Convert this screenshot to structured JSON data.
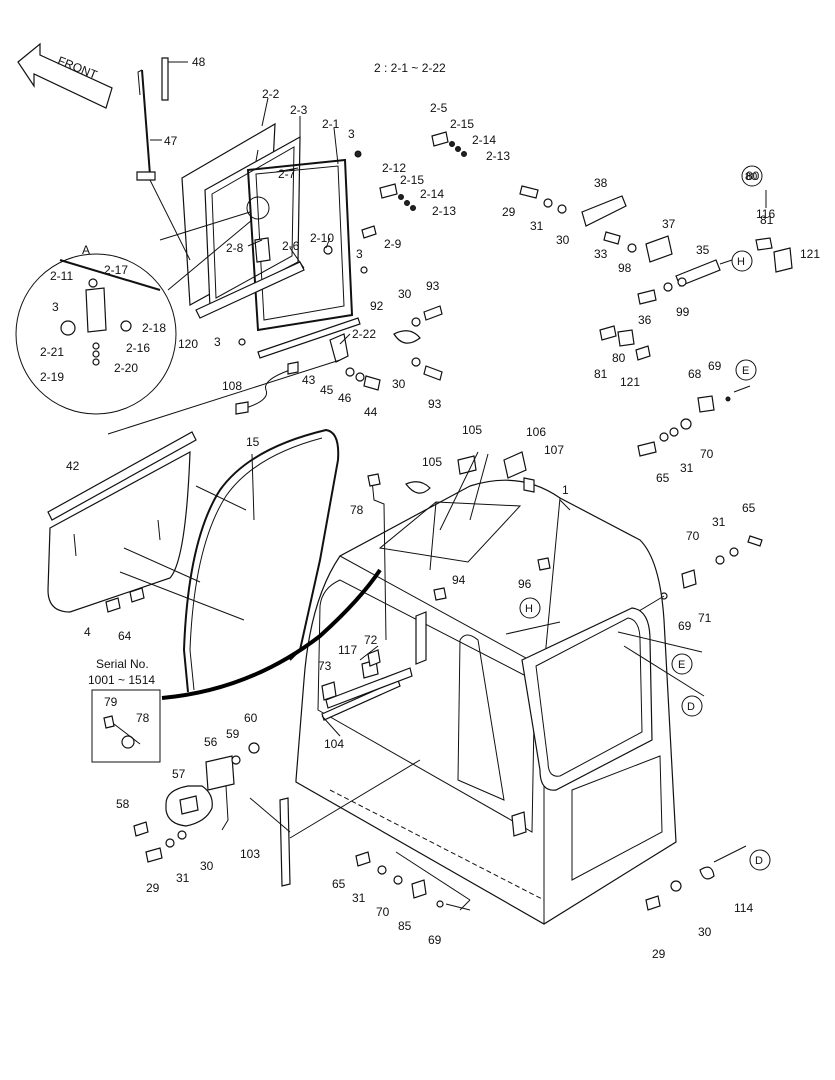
{
  "header": {
    "front_label": "FRONT",
    "group_note": "2 : 2-1 ~ 2-22",
    "serial_label_line1": "Serial No.",
    "serial_label_line2": "1001 ~ 1514",
    "detail_label": "A"
  },
  "callouts": [
    {
      "id": "48",
      "text": "48"
    },
    {
      "id": "47",
      "text": "47"
    },
    {
      "id": "2-2",
      "text": "2-2"
    },
    {
      "id": "2-3",
      "text": "2-3"
    },
    {
      "id": "2-1",
      "text": "2-1"
    },
    {
      "id": "3a",
      "text": "3"
    },
    {
      "id": "2-5",
      "text": "2-5"
    },
    {
      "id": "2-15a",
      "text": "2-15"
    },
    {
      "id": "2-14a",
      "text": "2-14"
    },
    {
      "id": "2-13a",
      "text": "2-13"
    },
    {
      "id": "2-7",
      "text": "2-7"
    },
    {
      "id": "2-12",
      "text": "2-12"
    },
    {
      "id": "2-15b",
      "text": "2-15"
    },
    {
      "id": "2-14b",
      "text": "2-14"
    },
    {
      "id": "2-13b",
      "text": "2-13"
    },
    {
      "id": "2-8",
      "text": "2-8"
    },
    {
      "id": "2-10",
      "text": "2-10"
    },
    {
      "id": "2-9",
      "text": "2-9"
    },
    {
      "id": "2-6",
      "text": "2-6"
    },
    {
      "id": "3b",
      "text": "3"
    },
    {
      "id": "93a",
      "text": "93"
    },
    {
      "id": "30a",
      "text": "30"
    },
    {
      "id": "92",
      "text": "92"
    },
    {
      "id": "2-22",
      "text": "2-22"
    },
    {
      "id": "120",
      "text": "120"
    },
    {
      "id": "3c",
      "text": "3"
    },
    {
      "id": "43",
      "text": "43"
    },
    {
      "id": "45",
      "text": "45"
    },
    {
      "id": "46",
      "text": "46"
    },
    {
      "id": "44",
      "text": "44"
    },
    {
      "id": "30b",
      "text": "30"
    },
    {
      "id": "93b",
      "text": "93"
    },
    {
      "id": "108",
      "text": "108"
    },
    {
      "id": "2-11",
      "text": "2-11"
    },
    {
      "id": "2-17",
      "text": "2-17"
    },
    {
      "id": "3d",
      "text": "3"
    },
    {
      "id": "2-18",
      "text": "2-18"
    },
    {
      "id": "2-16",
      "text": "2-16"
    },
    {
      "id": "2-21",
      "text": "2-21"
    },
    {
      "id": "2-20",
      "text": "2-20"
    },
    {
      "id": "2-19",
      "text": "2-19"
    },
    {
      "id": "38",
      "text": "38"
    },
    {
      "id": "29a",
      "text": "29"
    },
    {
      "id": "31a",
      "text": "31"
    },
    {
      "id": "30c",
      "text": "30"
    },
    {
      "id": "33",
      "text": "33"
    },
    {
      "id": "98",
      "text": "98"
    },
    {
      "id": "37",
      "text": "37"
    },
    {
      "id": "35",
      "text": "35"
    },
    {
      "id": "36",
      "text": "36"
    },
    {
      "id": "99",
      "text": "99"
    },
    {
      "id": "80a",
      "text": "80"
    },
    {
      "id": "116",
      "text": "116"
    },
    {
      "id": "81a",
      "text": "81"
    },
    {
      "id": "121a",
      "text": "121"
    },
    {
      "id": "81b",
      "text": "81"
    },
    {
      "id": "80b",
      "text": "80"
    },
    {
      "id": "121b",
      "text": "121"
    },
    {
      "id": "68",
      "text": "68"
    },
    {
      "id": "69a",
      "text": "69"
    },
    {
      "id": "65a",
      "text": "65"
    },
    {
      "id": "31b",
      "text": "31"
    },
    {
      "id": "70a",
      "text": "70"
    },
    {
      "id": "105a",
      "text": "105"
    },
    {
      "id": "106",
      "text": "106"
    },
    {
      "id": "107",
      "text": "107"
    },
    {
      "id": "105b",
      "text": "105"
    },
    {
      "id": "1",
      "text": "1"
    },
    {
      "id": "15",
      "text": "15"
    },
    {
      "id": "42",
      "text": "42"
    },
    {
      "id": "78a",
      "text": "78"
    },
    {
      "id": "4",
      "text": "4"
    },
    {
      "id": "64",
      "text": "64"
    },
    {
      "id": "94",
      "text": "94"
    },
    {
      "id": "96",
      "text": "96"
    },
    {
      "id": "65b",
      "text": "65"
    },
    {
      "id": "31c",
      "text": "31"
    },
    {
      "id": "70b",
      "text": "70"
    },
    {
      "id": "71",
      "text": "71"
    },
    {
      "id": "69b",
      "text": "69"
    },
    {
      "id": "117",
      "text": "117"
    },
    {
      "id": "72",
      "text": "72"
    },
    {
      "id": "73",
      "text": "73"
    },
    {
      "id": "104",
      "text": "104"
    },
    {
      "id": "79",
      "text": "79"
    },
    {
      "id": "78b",
      "text": "78"
    },
    {
      "id": "60",
      "text": "60"
    },
    {
      "id": "59",
      "text": "59"
    },
    {
      "id": "56",
      "text": "56"
    },
    {
      "id": "57",
      "text": "57"
    },
    {
      "id": "58",
      "text": "58"
    },
    {
      "id": "29b",
      "text": "29"
    },
    {
      "id": "31d",
      "text": "31"
    },
    {
      "id": "30d",
      "text": "30"
    },
    {
      "id": "103",
      "text": "103"
    },
    {
      "id": "65c",
      "text": "65"
    },
    {
      "id": "31e",
      "text": "31"
    },
    {
      "id": "70c",
      "text": "70"
    },
    {
      "id": "85",
      "text": "85"
    },
    {
      "id": "69c",
      "text": "69"
    },
    {
      "id": "29c",
      "text": "29"
    },
    {
      "id": "30e",
      "text": "30"
    },
    {
      "id": "114",
      "text": "114"
    }
  ],
  "circle_refs": [
    {
      "id": "ref-80",
      "text": "80"
    },
    {
      "id": "ref-h1",
      "text": "H"
    },
    {
      "id": "ref-e1",
      "text": "E"
    },
    {
      "id": "ref-h2",
      "text": "H"
    },
    {
      "id": "ref-e2",
      "text": "E"
    },
    {
      "id": "ref-d1",
      "text": "D"
    },
    {
      "id": "ref-d2",
      "text": "D"
    }
  ]
}
